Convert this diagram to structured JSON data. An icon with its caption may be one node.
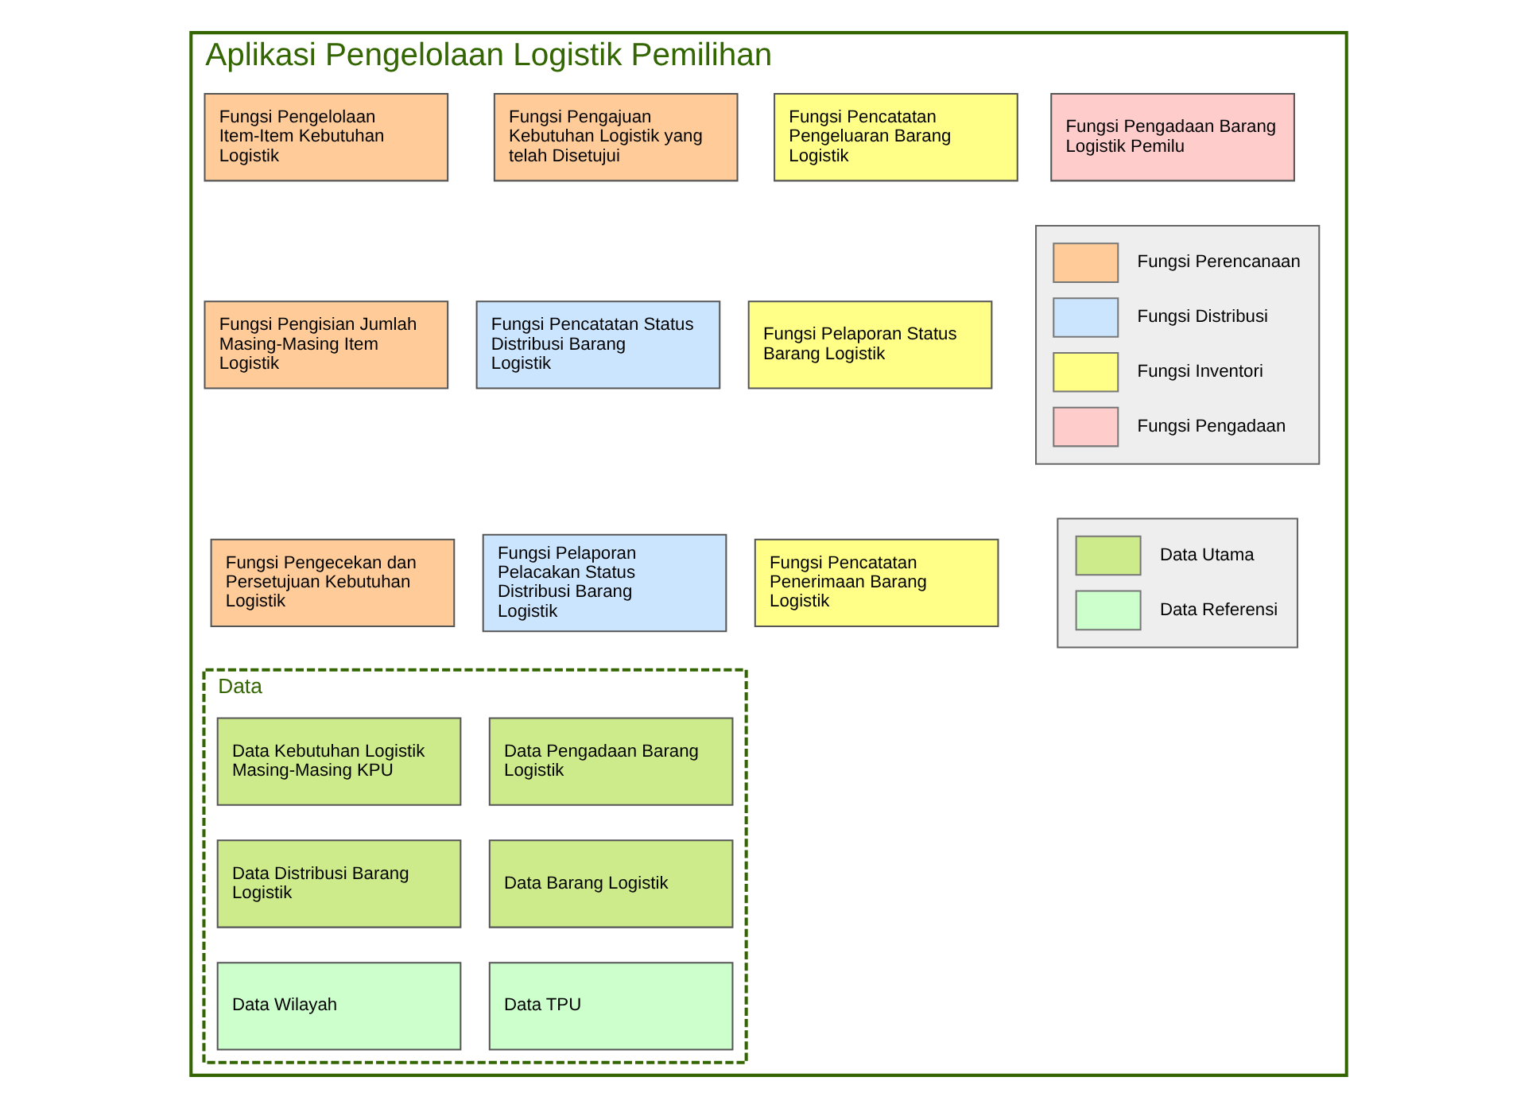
{
  "diagram": {
    "nodes": [
      {
        "text": [
          "Aplikasi Pengelolaan Logistik Pemilihan"
        ]
      },
      {
        "text": [
          "Fungsi Pengelolaan Item-Item Kebutuhan Logistik"
        ],
        "in": 0
      },
      {
        "text": [
          "Fungsi Pengajuan Kebutuhan Logistik yang telah Disetujui"
        ],
        "in": 0
      },
      {
        "text": [
          "Fungsi Pencatatan Pengeluaran Barang Logistik"
        ],
        "in": 0
      },
      {
        "text": [
          "Fungsi Pengadaan Barang Logistik Pemilu"
        ],
        "in": 0
      },
      {
        "text": [
          "Fungsi Pengisian Jumlah Masing-Masing Item Logistik"
        ],
        "in": 0
      },
      {
        "text": [
          "Fungsi Pencatatan Status Distribusi Barang Logistik"
        ],
        "in": 0
      },
      {
        "text": [
          "Fungsi Pelaporan Status Barang Logistik"
        ],
        "in": 0
      },
      {
        "text": [
          "Fungsi Pengecekan dan Persetujuan Kebutuhan Logistik"
        ],
        "in": 0
      },
      {
        "text": [
          "Fungsi Pelaporan Pelacakan Status Distribusi Barang Logistik"
        ],
        "in": 0
      },
      {
        "text": [
          "Fungsi Pencatatan Penerimaan Barang Logistik"
        ],
        "in": 0
      },
      {
        "text": [
          "Data"
        ],
        "in": 0
      },
      {
        "text": [
          "Data Kebutuhan Logistik Masing-Masing KPU"
        ],
        "in": 11
      },
      {
        "text": [
          "Data Pengadaan Barang Logistik"
        ],
        "in": 11
      },
      {
        "text": [
          "Data Distribusi Barang Logistik"
        ],
        "in": 11
      },
      {
        "text": [
          "Data Barang Logistik"
        ],
        "in": 11
      },
      {
        "text": [
          "Data Wilayah"
        ],
        "in": 11
      },
      {
        "text": [
          "Data TPU"
        ],
        "in": 11
      }
    ],
    "edges": [],
    "legend": [
      {
        "text": "Fungsi Perencanaan",
        "color": "#ffcc99"
      },
      {
        "text": "Fungsi Distribusi",
        "color": "#cce5ff"
      },
      {
        "text": "Fungsi Inventori",
        "color": "#ffff88"
      },
      {
        "text": "Fungsi Pengadaan",
        "color": "#ffcccc"
      },
      {
        "text": "Data Utama",
        "color": "#cdeb8b"
      },
      {
        "text": "Data Referensi",
        "color": "#ccffcc"
      }
    ]
  }
}
